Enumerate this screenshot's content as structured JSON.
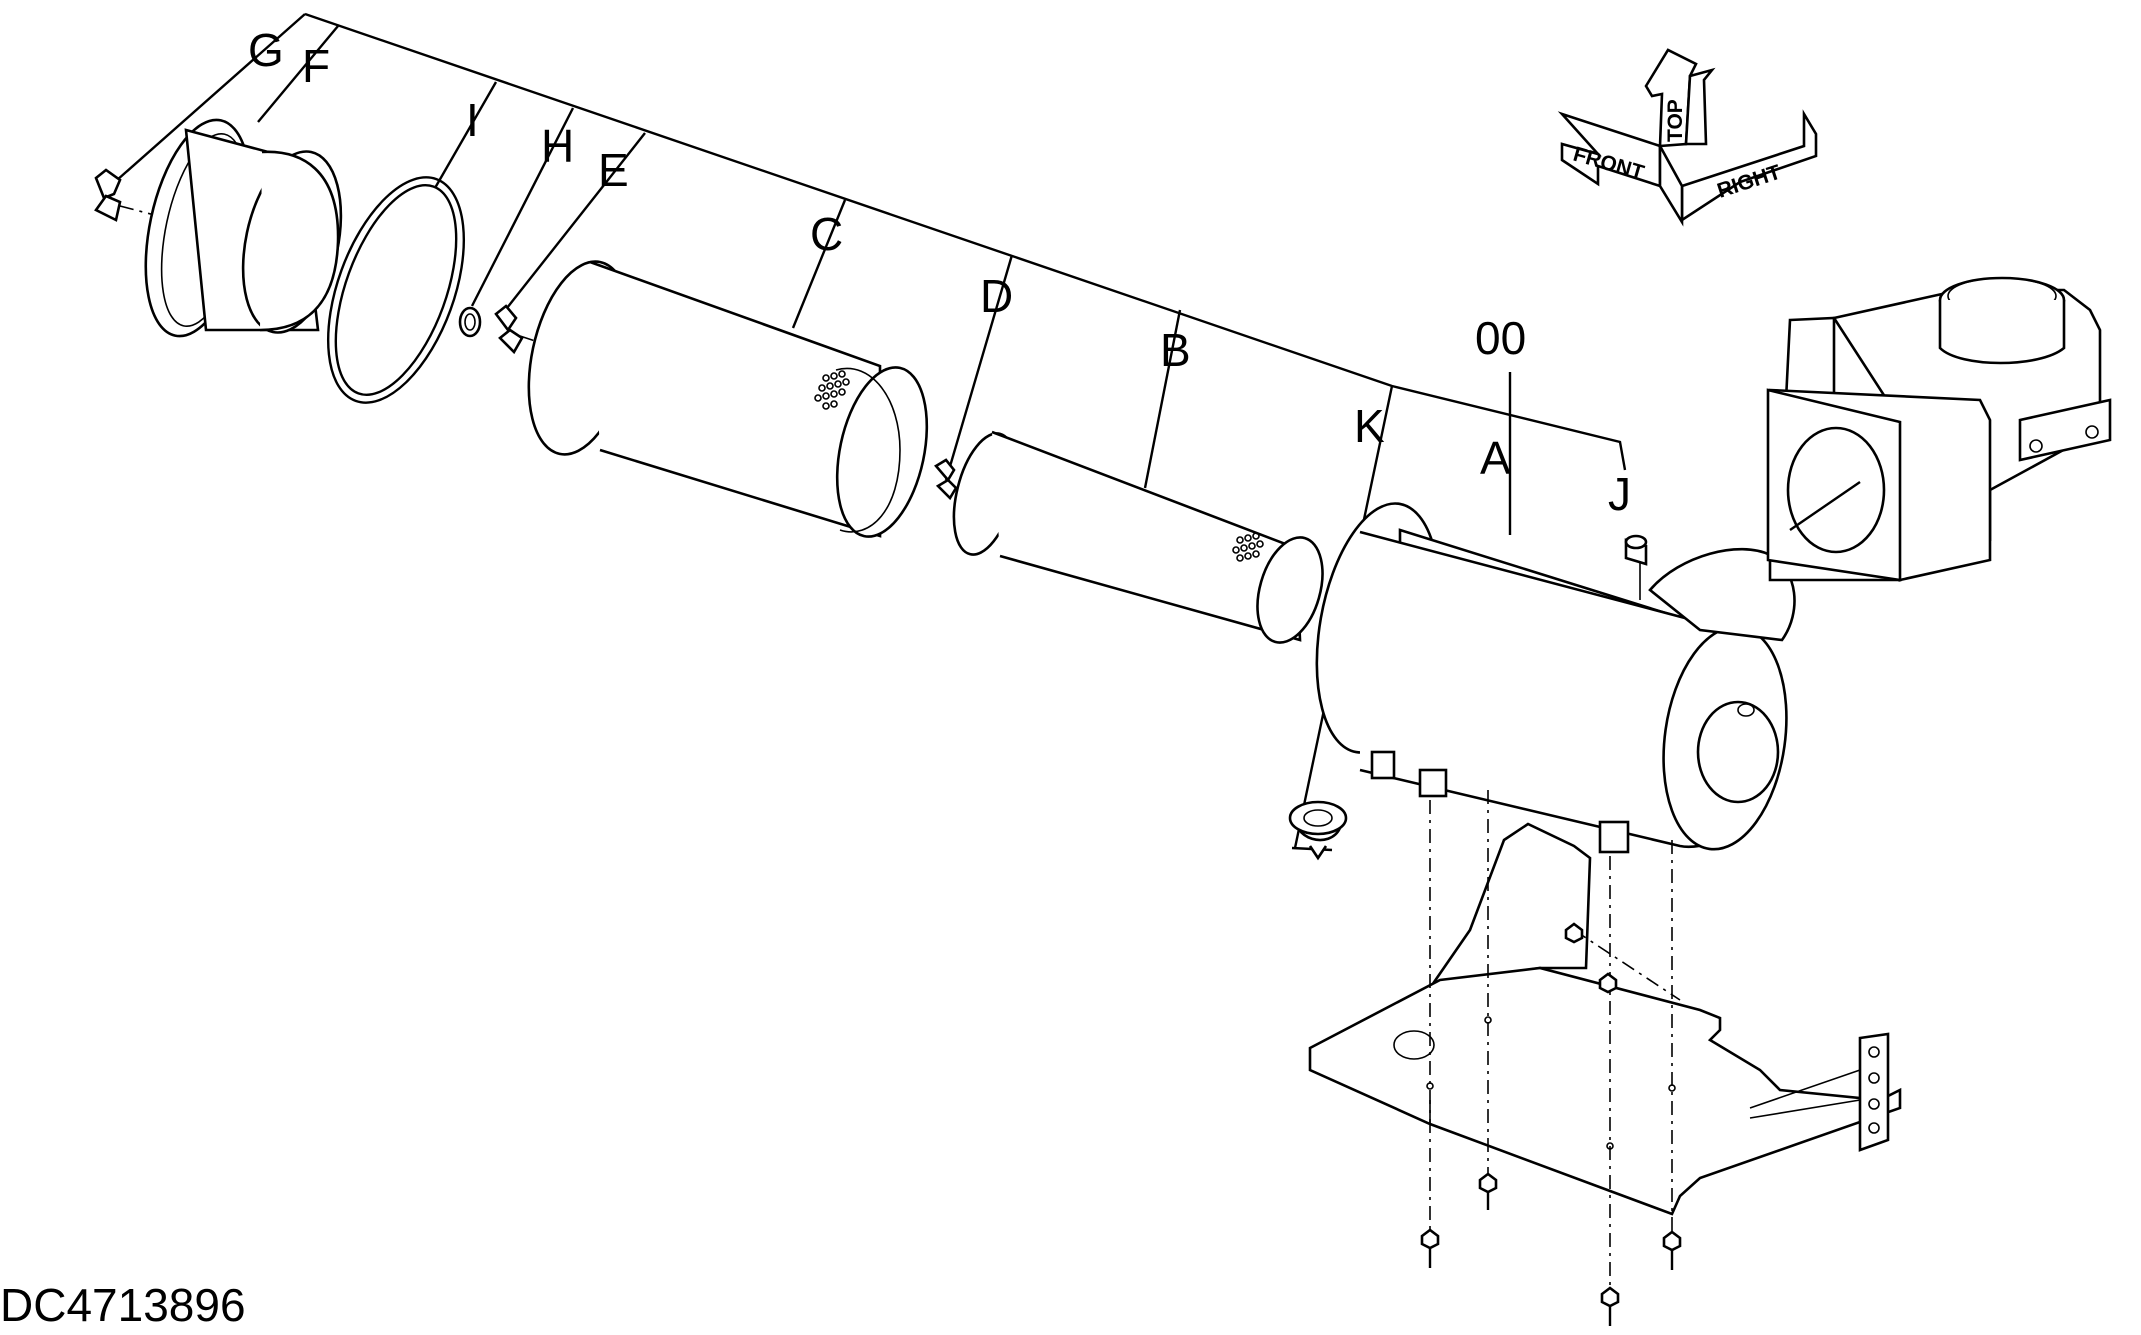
{
  "drawing_code": "DC4713896",
  "labels": {
    "G": "G",
    "F": "F",
    "I": "I",
    "H": "H",
    "E": "E",
    "C": "C",
    "D": "D",
    "B": "B",
    "K": "K",
    "assembly": "00",
    "A": "A",
    "J": "J"
  },
  "orientation_arrows": {
    "front": "FRONT",
    "top": "TOP",
    "right": "RIGHT"
  }
}
